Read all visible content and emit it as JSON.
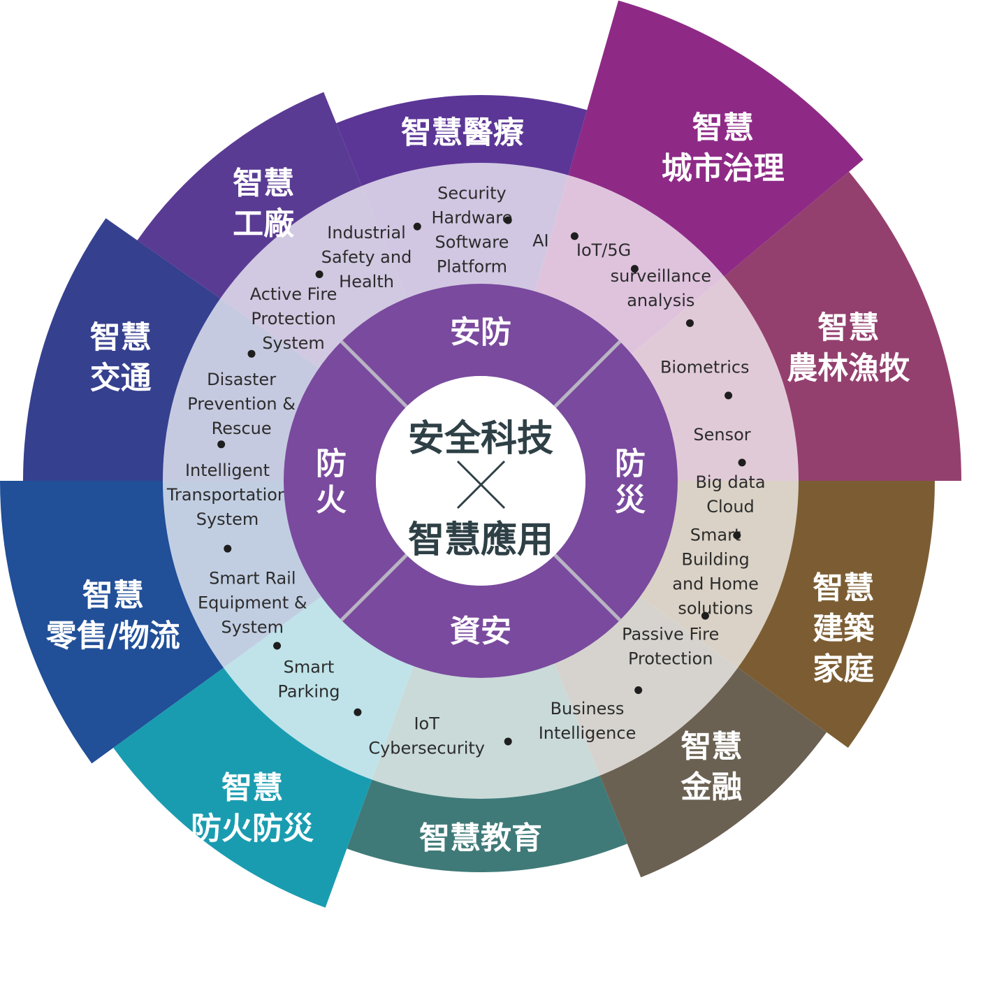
{
  "center": {
    "line1": "安全科技",
    "line2": "智慧應用",
    "times_symbol": "×"
  },
  "pillars": [
    {
      "id": "security",
      "label": "安防"
    },
    {
      "id": "disaster",
      "label": "防災"
    },
    {
      "id": "infosec",
      "label": "資安"
    },
    {
      "id": "fire",
      "label": "防火"
    }
  ],
  "sectors": [
    {
      "id": "healthcare",
      "lines": [
        "智慧醫療"
      ],
      "color": "#5b3696"
    },
    {
      "id": "city",
      "lines": [
        "智慧",
        "城市治理"
      ],
      "color": "#8e2a86"
    },
    {
      "id": "agriculture",
      "lines": [
        "智慧",
        "農林漁牧"
      ],
      "color": "#94406f"
    },
    {
      "id": "building",
      "lines": [
        "智慧",
        "建築",
        "家庭"
      ],
      "color": "#7c5d33"
    },
    {
      "id": "finance",
      "lines": [
        "智慧",
        "金融"
      ],
      "color": "#6b6152"
    },
    {
      "id": "education",
      "lines": [
        "智慧教育"
      ],
      "color": "#3f7a78"
    },
    {
      "id": "fire-disaster",
      "lines": [
        "智慧",
        "防火防災"
      ],
      "color": "#1a9cb0"
    },
    {
      "id": "retail",
      "lines": [
        "智慧",
        "零售/物流"
      ],
      "color": "#214f98"
    },
    {
      "id": "transport",
      "lines": [
        "智慧",
        "交通"
      ],
      "color": "#35408f"
    },
    {
      "id": "factory",
      "lines": [
        "智慧",
        "工廠"
      ],
      "color": "#5a3b93"
    }
  ],
  "technologies": [
    {
      "id": "security-hw-sw",
      "lines": [
        "Security",
        "Hardware",
        "Software",
        "Platform"
      ]
    },
    {
      "id": "ai",
      "lines": [
        "AI"
      ]
    },
    {
      "id": "iot-5g",
      "lines": [
        "IoT/5G"
      ]
    },
    {
      "id": "surveillance",
      "lines": [
        "surveillance",
        "analysis"
      ]
    },
    {
      "id": "biometrics",
      "lines": [
        "Biometrics"
      ]
    },
    {
      "id": "sensor",
      "lines": [
        "Sensor"
      ]
    },
    {
      "id": "bigdata",
      "lines": [
        "Big data",
        "Cloud"
      ]
    },
    {
      "id": "smart-building",
      "lines": [
        "Smart",
        "Building",
        "and Home",
        "solutions"
      ]
    },
    {
      "id": "passive-fire",
      "lines": [
        "Passive Fire",
        "Protection"
      ]
    },
    {
      "id": "bi",
      "lines": [
        "Business",
        "Intelligence"
      ]
    },
    {
      "id": "iot-cyber",
      "lines": [
        "IoT",
        "Cybersecurity"
      ]
    },
    {
      "id": "smart-parking",
      "lines": [
        "Smart",
        "Parking"
      ]
    },
    {
      "id": "smart-rail",
      "lines": [
        "Smart Rail",
        "Equipment &",
        "System"
      ]
    },
    {
      "id": "its",
      "lines": [
        "Intelligent",
        "Transportation",
        "System"
      ]
    },
    {
      "id": "disaster-prevention",
      "lines": [
        "Disaster",
        "Prevention &",
        "Rescue"
      ]
    },
    {
      "id": "active-fire",
      "lines": [
        "Active Fire",
        "Protection",
        "System"
      ]
    },
    {
      "id": "industrial-safety",
      "lines": [
        "Industrial",
        "Safety and",
        "Health"
      ]
    }
  ],
  "colors": {
    "pillar_ring": "#7a4a9e",
    "pillar_divider": "#b9b4c3",
    "center_fill": "#ffffff",
    "center_text": "#2e4046",
    "tech_ring": "#ffffff",
    "tech_text": "#2c2c2c"
  }
}
